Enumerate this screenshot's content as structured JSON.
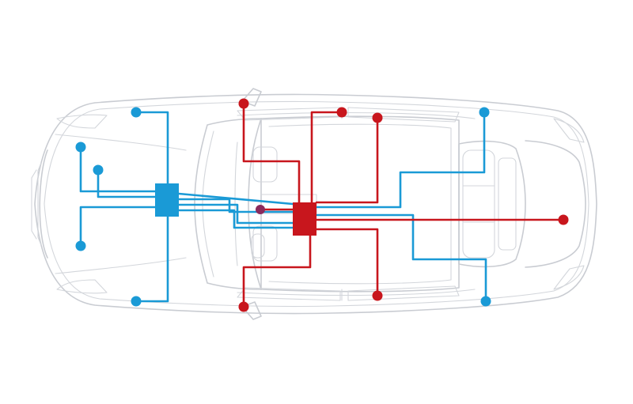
{
  "colors": {
    "background": "#ffffff",
    "car_outline": "#c9ccd2",
    "blue_network": "#1a9ad6",
    "red_network": "#c8161d",
    "junction_dot": "#8a2a5c"
  },
  "networks": {
    "blue": {
      "color_key": "blue_network",
      "hub": "blue-control-unit",
      "node_count": 8
    },
    "red": {
      "color_key": "red_network",
      "hub": "red-control-unit",
      "node_count": 7
    }
  }
}
